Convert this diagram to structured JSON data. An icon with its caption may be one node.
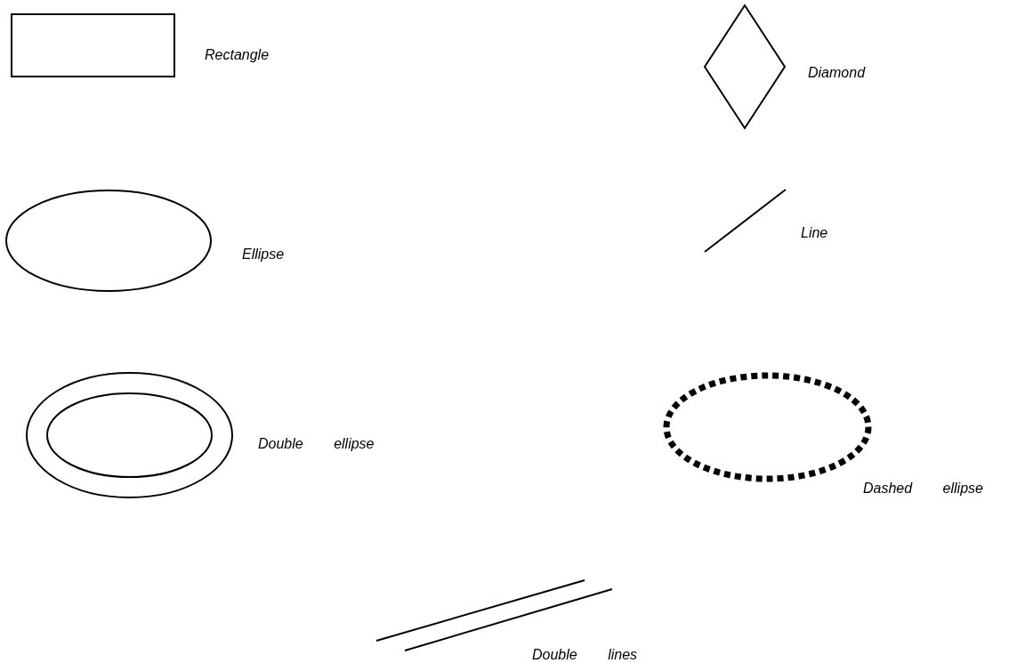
{
  "diagram": {
    "nodes": [
      {
        "text": [],
        "shape": "box",
        "beside": [
          "Rectangle"
        ]
      },
      {
        "text": [],
        "shape": "diamond",
        "beside": [
          "Diamond"
        ]
      },
      {
        "text": [],
        "shape": "ellipse",
        "beside": [
          "Ellipse"
        ]
      },
      {
        "text": [],
        "shape": "line",
        "beside": [
          "Line"
        ]
      },
      {
        "text": [],
        "shape": "ellipse",
        "beside": [
          "Double ellipse"
        ]
      },
      {
        "text": [],
        "shape": "ellipse",
        "beside": [
          "Dashed ellipse"
        ]
      },
      {
        "text": [],
        "shape": "line",
        "beside": [
          "Double lines"
        ]
      }
    ]
  }
}
